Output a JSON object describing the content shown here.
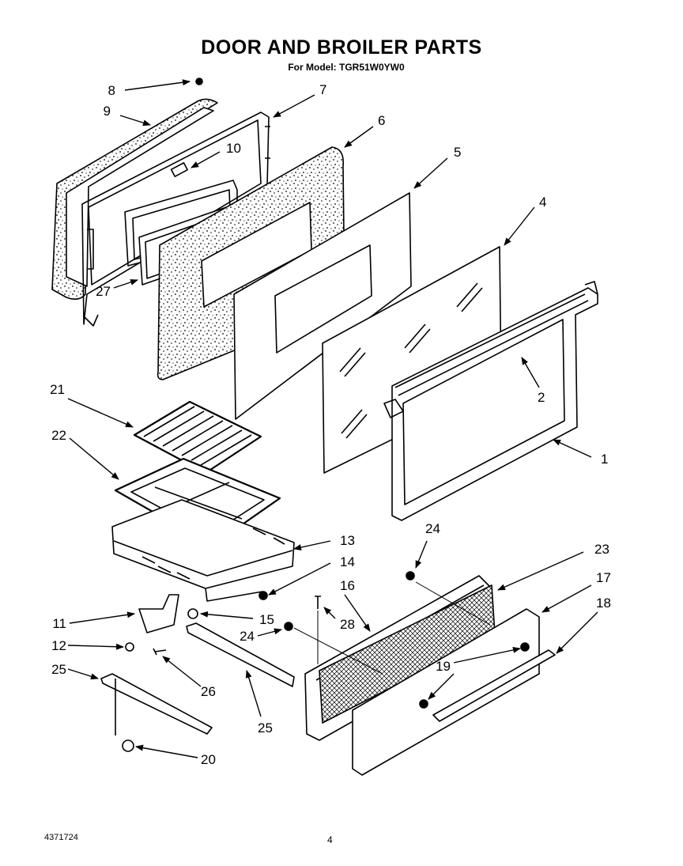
{
  "title": "DOOR AND BROILER PARTS",
  "subtitle": "For Model: TGR51W0YW0",
  "document_number": "4371724",
  "page_number": "4",
  "callouts": [
    "1",
    "2",
    "4",
    "5",
    "6",
    "7",
    "8",
    "9",
    "10",
    "11",
    "12",
    "13",
    "14",
    "15",
    "16",
    "17",
    "18",
    "19",
    "20",
    "21",
    "22",
    "23",
    "24",
    "24",
    "25",
    "25",
    "26",
    "27",
    "28"
  ]
}
